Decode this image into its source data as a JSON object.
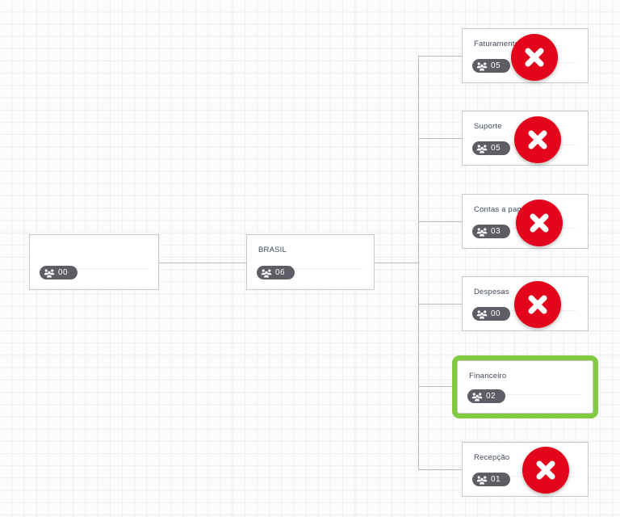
{
  "canvas": {
    "background_color": "#fcfcfc",
    "grid_color": "#eeeeee",
    "connector_color": "#b9b9b9"
  },
  "theme": {
    "badge_bg": "#5d5d66",
    "badge_text": "#ffffff",
    "title_text": "#3f4a5a",
    "card_border": "#c8c8c8",
    "card_bg": "#ffffff",
    "disabled_marker": "#e3051b",
    "selected_outline": "#82ca41"
  },
  "icons": {
    "people": "people-group-icon",
    "close": "close-x-icon"
  },
  "org_chart": {
    "root": {
      "id": "root",
      "title": "",
      "count": "00",
      "selected": false,
      "disabled": false
    },
    "level1": {
      "id": "brasil",
      "title": "BRASIL",
      "count": "06",
      "selected": false,
      "disabled": false
    },
    "level2": [
      {
        "id": "faturamento",
        "title": "Faturamento",
        "count": "05",
        "selected": false,
        "disabled": true
      },
      {
        "id": "suporte",
        "title": "Suporte",
        "count": "05",
        "selected": false,
        "disabled": true
      },
      {
        "id": "contas-a-pagar",
        "title": "Contas a pagar",
        "count": "03",
        "selected": false,
        "disabled": true
      },
      {
        "id": "despesas",
        "title": "Despesas",
        "count": "00",
        "selected": false,
        "disabled": true
      },
      {
        "id": "financeiro",
        "title": "Financeiro",
        "count": "02",
        "selected": true,
        "disabled": false
      },
      {
        "id": "recepcao",
        "title": "Recepção",
        "count": "01",
        "selected": false,
        "disabled": true
      }
    ]
  }
}
